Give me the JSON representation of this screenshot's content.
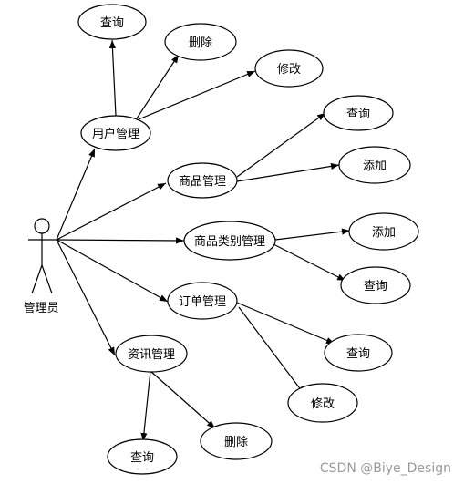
{
  "actor": {
    "label": "管理员"
  },
  "use_cases": {
    "user_mgmt": "用户管理",
    "user_query": "查询",
    "user_delete": "删除",
    "user_modify": "修改",
    "product_mgmt": "商品管理",
    "product_query": "查询",
    "product_add": "添加",
    "category_mgmt": "商品类别管理",
    "category_add": "添加",
    "category_query": "查询",
    "order_mgmt": "订单管理",
    "order_query": "查询",
    "order_modify": "修改",
    "news_mgmt": "资讯管理",
    "news_query": "查询",
    "news_delete": "删除"
  },
  "watermark": "CSDN @Biye_Design"
}
